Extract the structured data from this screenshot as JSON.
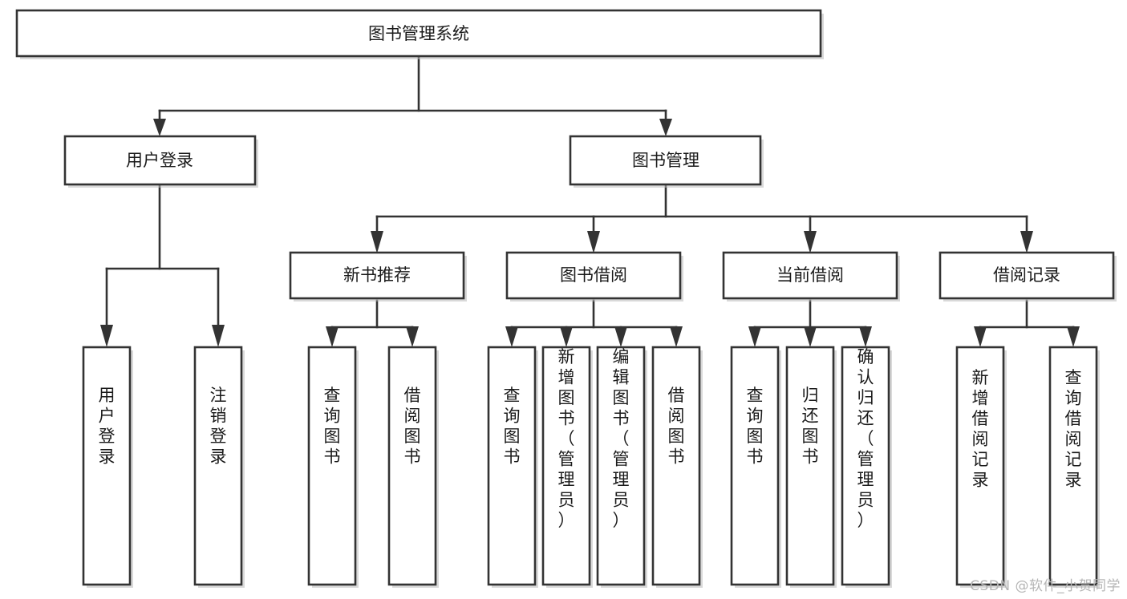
{
  "diagram": {
    "type": "tree-hierarchy",
    "title": "图书管理系统",
    "orientation": "top-down",
    "colors": {
      "box_fill": "#ffffff",
      "box_stroke": "#333333",
      "text": "#1a1a1a",
      "shadow": "#b9b9b9",
      "watermark": "#b5b5b5",
      "background": "#ffffff"
    },
    "root": {
      "id": "root",
      "label": "图书管理系统",
      "orientation": "horizontal"
    },
    "level2": [
      {
        "id": "user-login",
        "label": "用户登录",
        "orientation": "horizontal"
      },
      {
        "id": "book-management",
        "label": "图书管理",
        "orientation": "horizontal"
      }
    ],
    "level3": [
      {
        "id": "new-book-recommend",
        "label": "新书推荐",
        "orientation": "horizontal",
        "parent": "book-management"
      },
      {
        "id": "book-borrow",
        "label": "图书借阅",
        "orientation": "horizontal",
        "parent": "book-management"
      },
      {
        "id": "current-borrow",
        "label": "当前借阅",
        "orientation": "horizontal",
        "parent": "book-management"
      },
      {
        "id": "borrow-record",
        "label": "借阅记录",
        "orientation": "horizontal",
        "parent": "book-management"
      }
    ],
    "leaves": [
      {
        "id": "leaf-user-login",
        "label": "用户登录",
        "orientation": "vertical",
        "parent": "user-login"
      },
      {
        "id": "leaf-logout",
        "label": "注销登录",
        "orientation": "vertical",
        "parent": "user-login"
      },
      {
        "id": "leaf-query-book-1",
        "label": "查询图书",
        "orientation": "vertical",
        "parent": "new-book-recommend"
      },
      {
        "id": "leaf-borrow-book-1",
        "label": "借阅图书",
        "orientation": "vertical",
        "parent": "new-book-recommend"
      },
      {
        "id": "leaf-query-book-2",
        "label": "查询图书",
        "orientation": "vertical",
        "parent": "book-borrow"
      },
      {
        "id": "leaf-add-book",
        "label": "新增图书（管理员）",
        "orientation": "vertical",
        "parent": "book-borrow"
      },
      {
        "id": "leaf-edit-book",
        "label": "编辑图书（管理员）",
        "orientation": "vertical",
        "parent": "book-borrow"
      },
      {
        "id": "leaf-borrow-book-2",
        "label": "借阅图书",
        "orientation": "vertical",
        "parent": "book-borrow"
      },
      {
        "id": "leaf-query-book-3",
        "label": "查询图书",
        "orientation": "vertical",
        "parent": "current-borrow"
      },
      {
        "id": "leaf-return-book",
        "label": "归还图书",
        "orientation": "vertical",
        "parent": "current-borrow"
      },
      {
        "id": "leaf-confirm-return",
        "label": "确认归还（管理员）",
        "orientation": "vertical",
        "parent": "current-borrow"
      },
      {
        "id": "leaf-add-record",
        "label": "新增借阅记录",
        "orientation": "vertical",
        "parent": "borrow-record"
      },
      {
        "id": "leaf-query-record",
        "label": "查询借阅记录",
        "orientation": "vertical",
        "parent": "borrow-record"
      }
    ]
  },
  "watermark": {
    "text": "CSDN @软件_小贺同学"
  }
}
